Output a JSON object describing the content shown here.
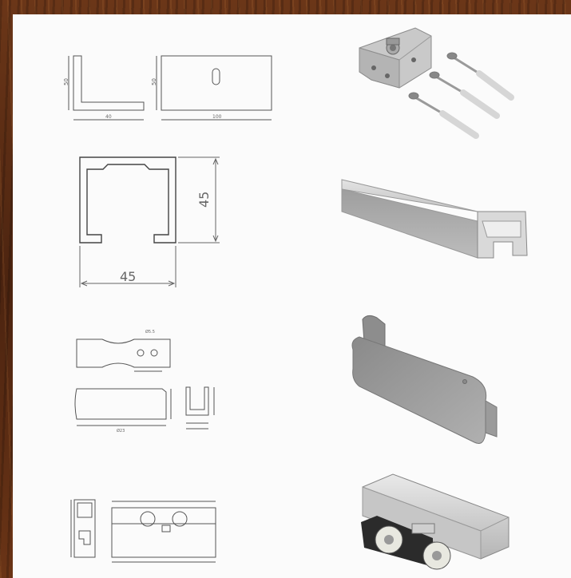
{
  "drawings": {
    "bracket": {
      "height_label": "50",
      "width_label": "40",
      "length_label": "100"
    },
    "rail": {
      "height_label": "45",
      "width_label": "45"
    },
    "stop": {
      "hole_label": "Ø5.5",
      "length_label": "Ø23"
    },
    "carriage": {}
  },
  "photos": [
    "mounting-bracket-with-screws",
    "aluminium-track-rail",
    "grey-end-stop",
    "roller-carriage"
  ]
}
